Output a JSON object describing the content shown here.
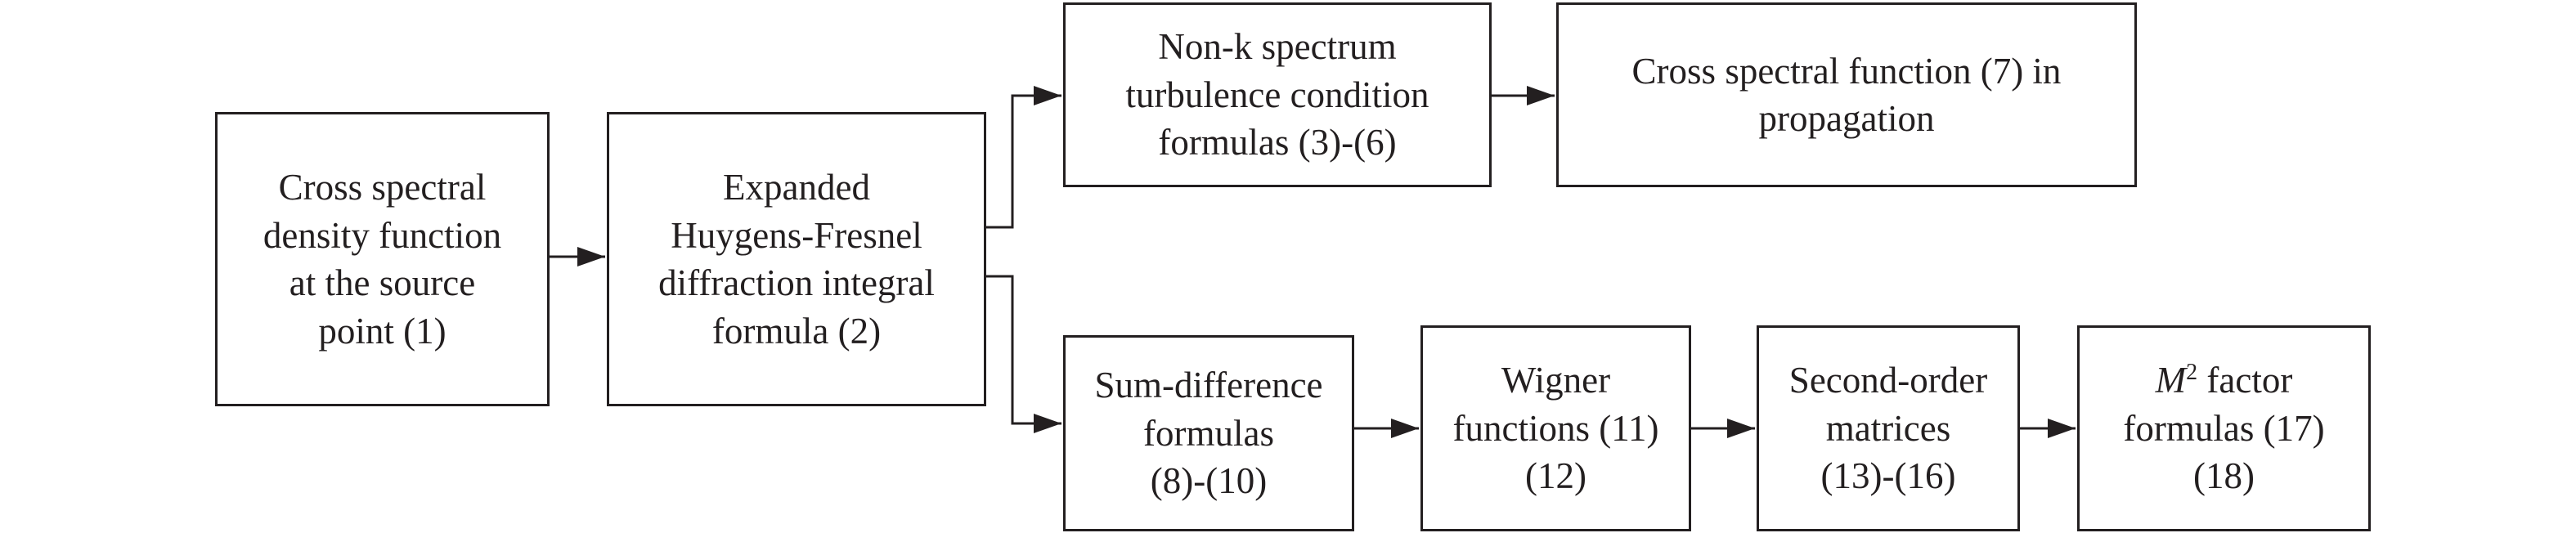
{
  "nodes": {
    "source": {
      "lines": [
        "Cross spectral",
        "density function",
        "at the source",
        "point (1)"
      ]
    },
    "huygens": {
      "lines": [
        "Expanded",
        "Huygens-Fresnel",
        "diffraction integral",
        "formula (2)"
      ]
    },
    "nonk": {
      "lines": [
        "Non-k spectrum",
        "turbulence condition",
        "formulas (3)-(6)"
      ]
    },
    "crossprop": {
      "lines": [
        "Cross spectral function (7) in",
        "propagation"
      ]
    },
    "sumdiff": {
      "lines": [
        "Sum-difference",
        "formulas",
        "(8)-(10)"
      ]
    },
    "wigner": {
      "lines": [
        "Wigner",
        "functions (11)",
        "(12)"
      ]
    },
    "second": {
      "lines": [
        "Second-order",
        "matrices",
        "(13)-(16)"
      ]
    },
    "m2": {
      "symbol": "M",
      "superscript": "2",
      "line1_rest": "factor",
      "lines": [
        "formulas (17)",
        "(18)"
      ]
    }
  },
  "colors": {
    "stroke": "#231f20",
    "background": "#ffffff"
  }
}
